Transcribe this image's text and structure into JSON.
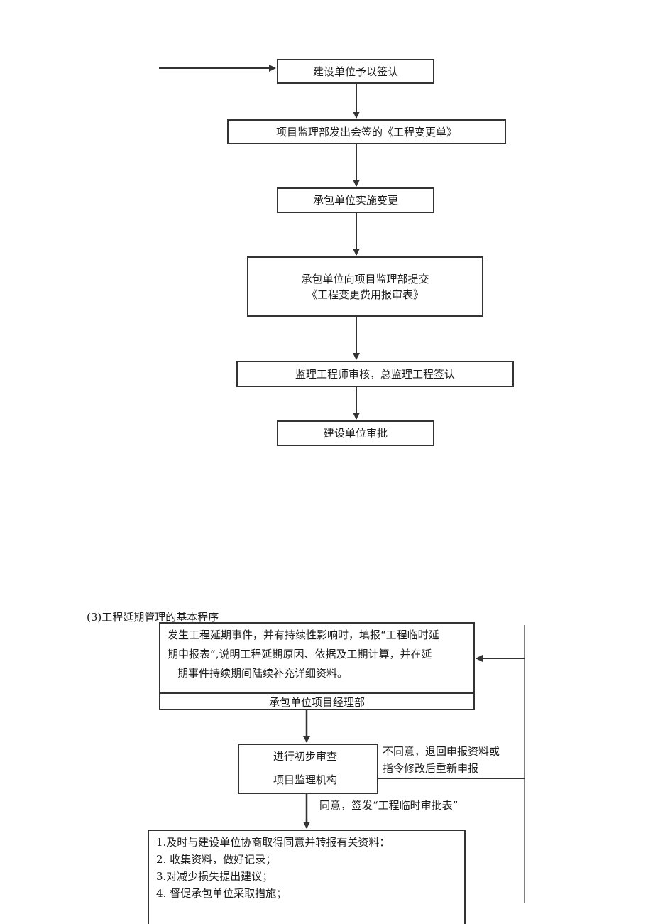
{
  "flow1": {
    "step1": "建设单位予以签认",
    "step2": "项目监理部发出会签的《工程变更单》",
    "step3": "承包单位实施变更",
    "step4_line1": "承包单位向项目监理部提交",
    "step4_line2": "《工程变更费用报审表》",
    "step5": "监理工程师审核，总监理工程签认",
    "step6": "建设单位审批"
  },
  "section3": {
    "heading": "(3)工程延期管理的基本程序",
    "box1_lines": [
      "发生工程延期事件，并有持续性影响时，填报“工程临时延",
      "期申报表”,说明工程延期原因、依据及工期计算，并在延",
      "期事件持续期间陆续补充详细资料。"
    ],
    "box1_footer": "承包单位项目经理部",
    "box2_line1": "进行初步审查",
    "box2_line2": "项目监理机构",
    "disagree_line1": "不同意，退回申报资料或",
    "disagree_line2": "指令修改后重新申报",
    "agree": "同意，签发“工程临时审批表”",
    "box3_items": [
      "1.及时与建设单位协商取得同意并转报有关资料：",
      "2.  收集资料，做好记录；",
      "3.对减少损失提出建议；",
      "4.  督促承包单位采取措施；"
    ]
  }
}
